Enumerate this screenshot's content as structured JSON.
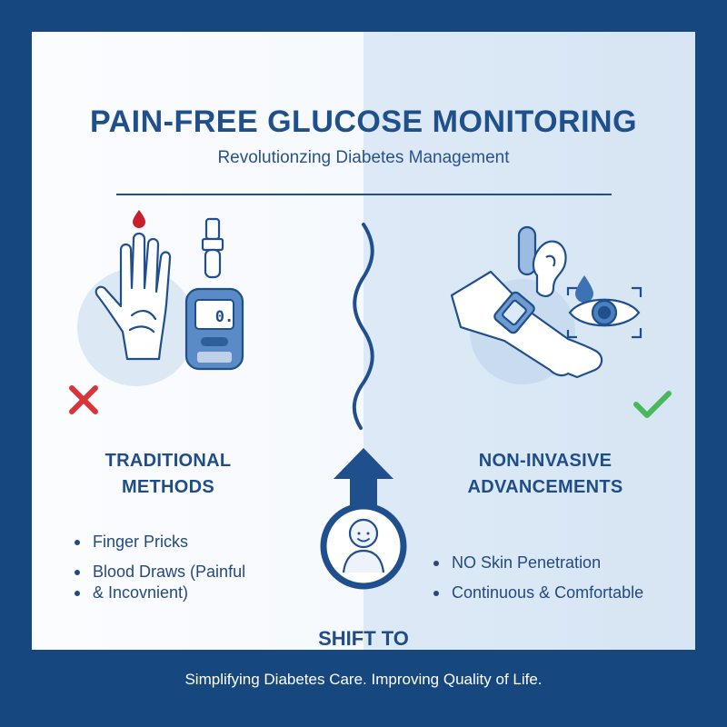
{
  "header": {
    "title": "PAIN-FREE GLUCOSE MONITORING",
    "subtitle": "Revolutionzing Diabetes Management"
  },
  "traditional": {
    "heading_line1": "TRADITIONAL",
    "heading_line2": "METHODS",
    "items": [
      "Finger Pricks",
      "Blood Draws (Painful",
      "& Incovnient)"
    ],
    "meter_display": "0."
  },
  "non_invasive": {
    "heading_line1": "NON-INVASIVE",
    "heading_line2": "ADVANCEMENTS",
    "items": [
      "NO Skin Penetration",
      "Continuous & Comfortable"
    ]
  },
  "center": {
    "shift_label": "SHIFT TO"
  },
  "footer": {
    "tagline": "Simplifying Diabetes Care. Improving Quality of Life."
  },
  "colors": {
    "frame": "#16487f",
    "primary": "#1f4f8c",
    "cross_red": "#d9343a",
    "check_green": "#48b85a",
    "blood_red": "#c8202a"
  },
  "icons": [
    "blood-drop-icon",
    "hand-icon",
    "glucometer-icon",
    "lancet-icon",
    "cross-icon",
    "check-icon",
    "ear-sensor-icon",
    "sweat-drop-icon",
    "wrist-watch-icon",
    "eye-scan-icon",
    "arrow-up-icon",
    "person-icon"
  ]
}
